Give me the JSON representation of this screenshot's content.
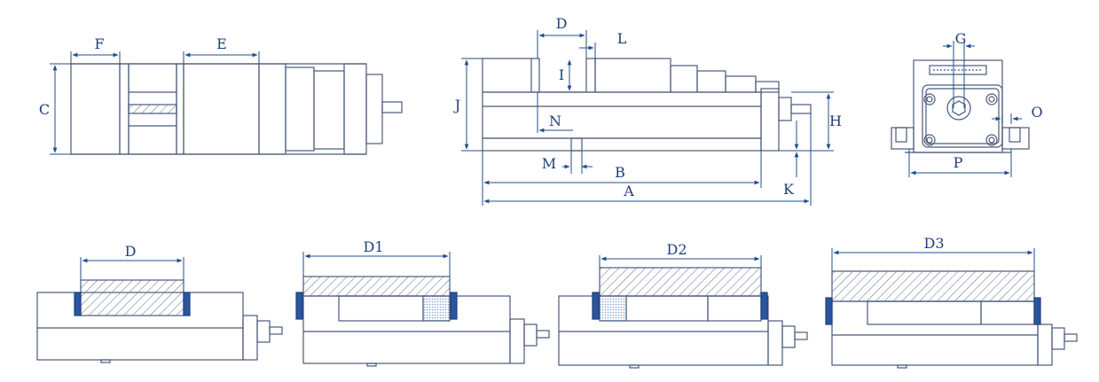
{
  "colors": {
    "outline": "#4a5a7a",
    "dimension": "#1f4f8f",
    "label": "#1f3f7a",
    "jaw_pad": "#2a55a0",
    "hatch": "#6a7690",
    "mesh": "#7aa0c8"
  },
  "top_view": {
    "labels": [
      "F",
      "E",
      "C"
    ]
  },
  "front_view": {
    "labels": [
      "D",
      "L",
      "I",
      "J",
      "N",
      "M",
      "B",
      "A",
      "H",
      "K"
    ]
  },
  "end_view": {
    "labels": [
      "G",
      "O",
      "P"
    ]
  },
  "configurations": [
    {
      "label": "D"
    },
    {
      "label": "D1"
    },
    {
      "label": "D2"
    },
    {
      "label": "D3"
    }
  ]
}
